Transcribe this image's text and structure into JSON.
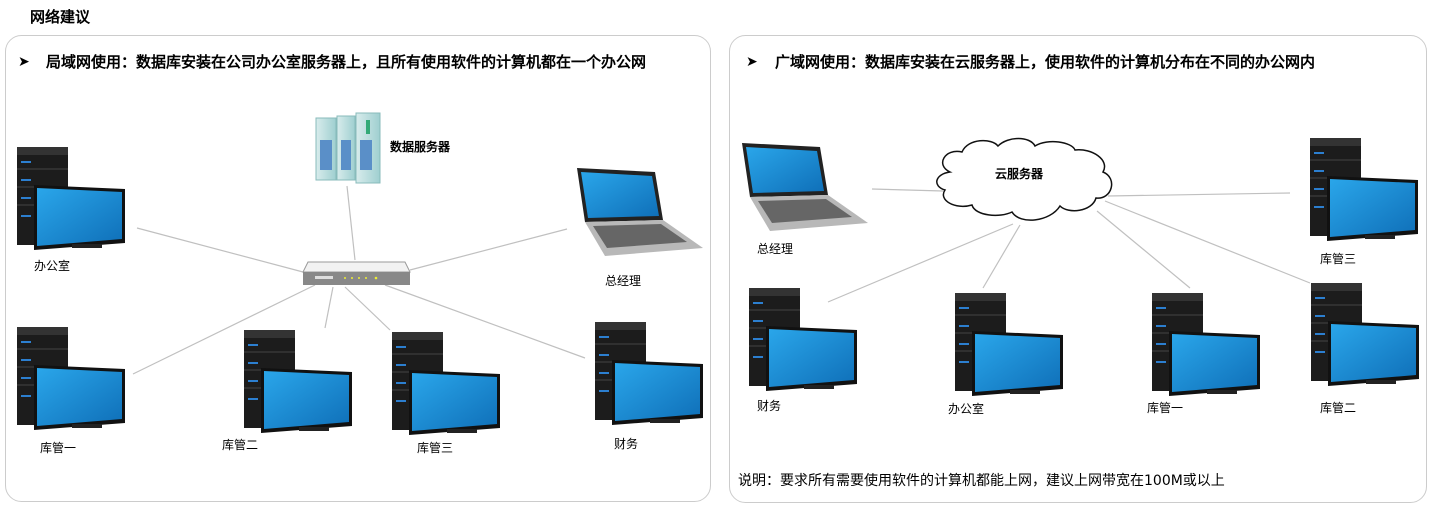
{
  "title": "网络建议",
  "lan": {
    "heading": "局域网使用：数据库安装在公司办公室服务器上，且所有使用软件的计算机都在一个办公网",
    "server_label": "数据服务器",
    "nodes": {
      "office": "办公室",
      "manager": "总经理",
      "wh1": "库管一",
      "wh2": "库管二",
      "wh3": "库管三",
      "finance": "财务"
    }
  },
  "wan": {
    "heading": "广域网使用：数据库安装在云服务器上，使用软件的计算机分布在不同的办公网内",
    "cloud_label": "云服务器",
    "nodes": {
      "manager": "总经理",
      "wh3": "库管三",
      "finance": "财务",
      "office": "办公室",
      "wh1": "库管一",
      "wh2": "库管二"
    },
    "note": "说明：要求所有需要使用软件的计算机都能上网，建议上网带宽在100M或以上"
  },
  "colors": {
    "screen": "#1a8fd6",
    "border": "#cccccc",
    "line": "#c0c0c0"
  }
}
